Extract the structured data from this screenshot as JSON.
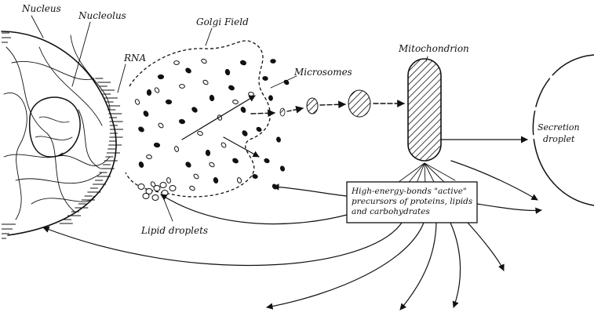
{
  "labels": {
    "nucleus": "Nucleus",
    "nucleolus": "Nucleolus",
    "rna": "RNA",
    "golgi_field": "Golgi Field",
    "microsomes": "Microsomes",
    "mitochondrion": "Mitochondrion",
    "secretion_line1": "Secretion",
    "secretion_line2": "droplet",
    "lipid_droplets": "Lipid droplets"
  },
  "precursor_box": {
    "line1": "High-energy-bonds \"active\"",
    "line2": "precursors of proteins, lipids",
    "line3": "and carbohydrates"
  },
  "colors": {
    "ink": "#111111",
    "paper": "#ffffff"
  }
}
